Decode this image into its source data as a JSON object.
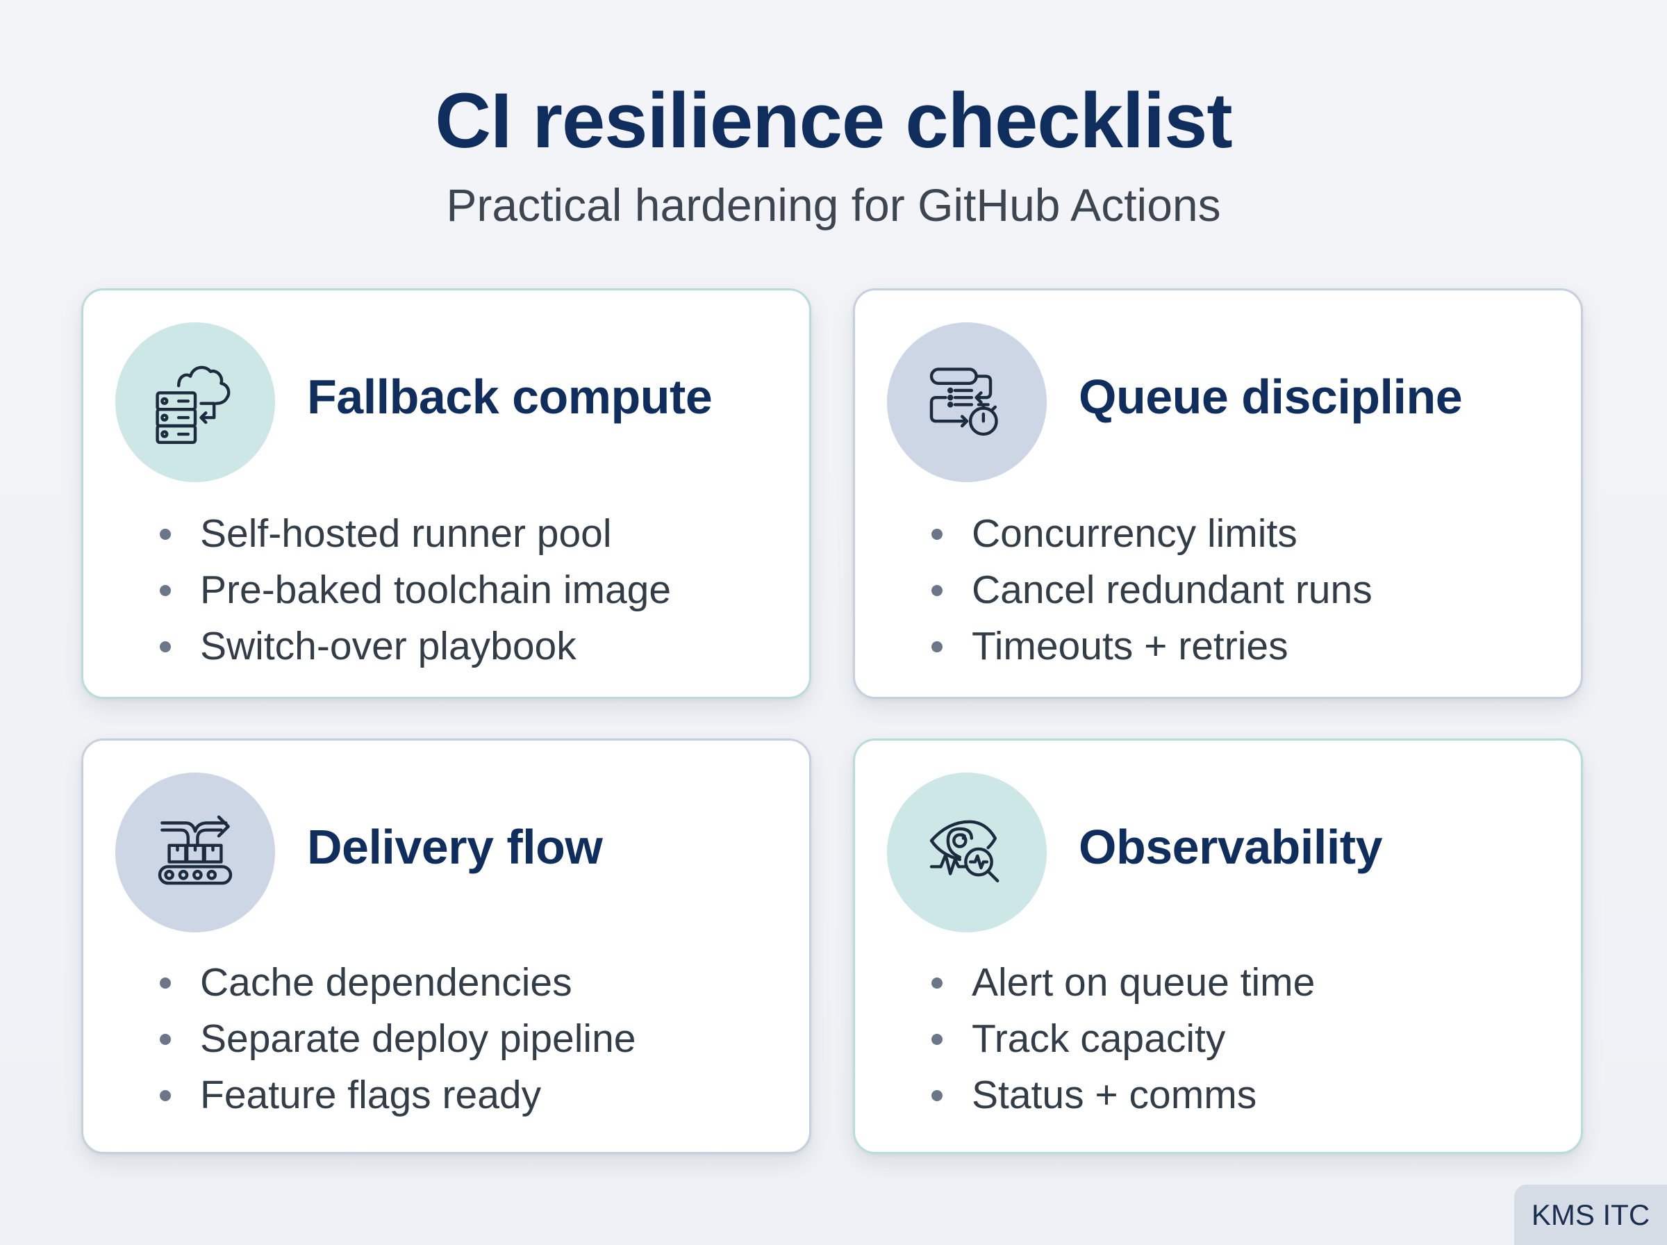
{
  "header": {
    "title": "CI resilience checklist",
    "subtitle": "Practical hardening for GitHub Actions"
  },
  "cards": [
    {
      "heading": "Fallback compute",
      "icon": "server-cloud-failover-icon",
      "accent": "#cde7e6",
      "border": "#b8dcd9",
      "items": [
        "Self-hosted runner pool",
        "Pre-baked toolchain image",
        "Switch-over playbook"
      ]
    },
    {
      "heading": "Queue discipline",
      "icon": "queue-timer-icon",
      "accent": "#cdd6e5",
      "border": "#c6cfdc",
      "items": [
        "Concurrency limits",
        "Cancel redundant runs",
        "Timeouts + retries"
      ]
    },
    {
      "heading": "Delivery flow",
      "icon": "conveyor-belt-icon",
      "accent": "#cdd6e5",
      "border": "#c6cfdc",
      "items": [
        "Cache dependencies",
        "Separate deploy pipeline",
        "Feature flags ready"
      ]
    },
    {
      "heading": "Observability",
      "icon": "eye-monitor-icon",
      "accent": "#cde7e6",
      "border": "#b8dcd9",
      "items": [
        "Alert on queue time",
        "Track capacity",
        "Status + comms"
      ]
    }
  ],
  "watermark": "KMS ITC",
  "colors": {
    "heading": "#0f2e5e",
    "body_text": "#333d48",
    "bullet": "#6b7788",
    "icon_stroke": "#1c2b3d"
  }
}
